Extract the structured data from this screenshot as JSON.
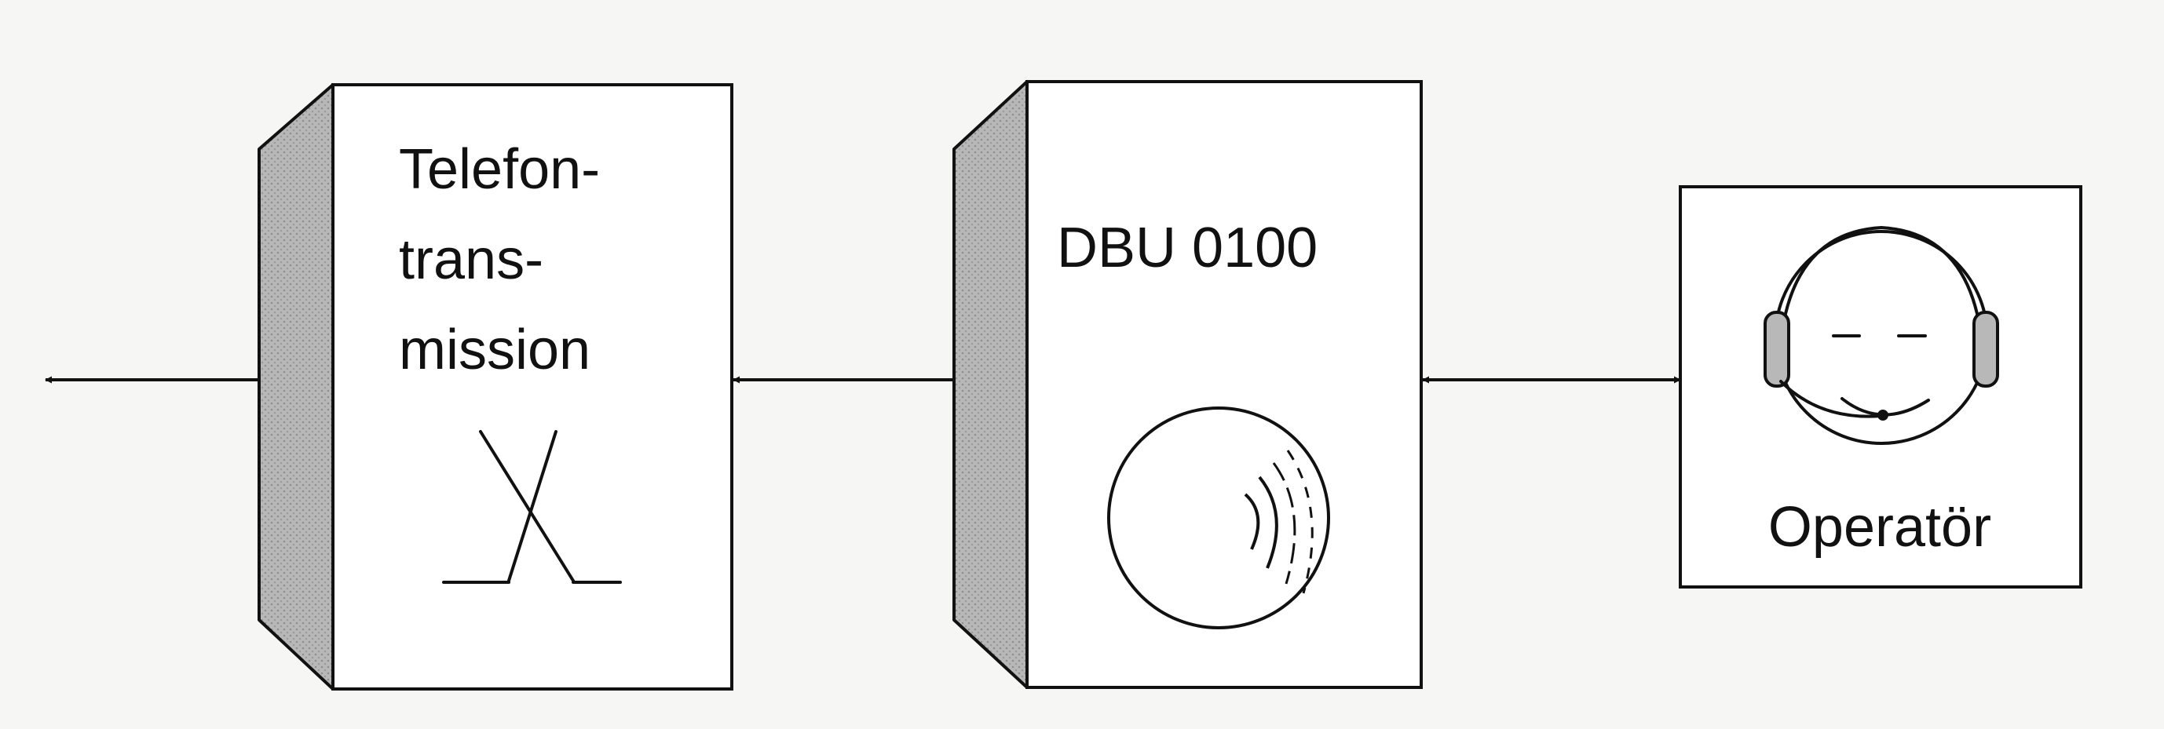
{
  "diagram": {
    "blocks": [
      {
        "id": "transmission",
        "label_lines": [
          "Telefon-",
          "trans-",
          "mission"
        ]
      },
      {
        "id": "dbu",
        "label": "DBU 0100"
      },
      {
        "id": "operator",
        "label": "Operatör"
      }
    ],
    "connectors": [
      {
        "from": "external",
        "to": "transmission",
        "bidirectional": true
      },
      {
        "from": "transmission",
        "to": "dbu",
        "bidirectional": true
      },
      {
        "from": "dbu",
        "to": "operator",
        "bidirectional": true
      }
    ],
    "icons": [
      "switch-cross-icon",
      "disc-icon",
      "operator-headset-icon"
    ],
    "colors": {
      "ink": "#111111",
      "face": "#ffffff",
      "side_panel": "#b8b8b8",
      "background": "#f6f6f4"
    }
  }
}
